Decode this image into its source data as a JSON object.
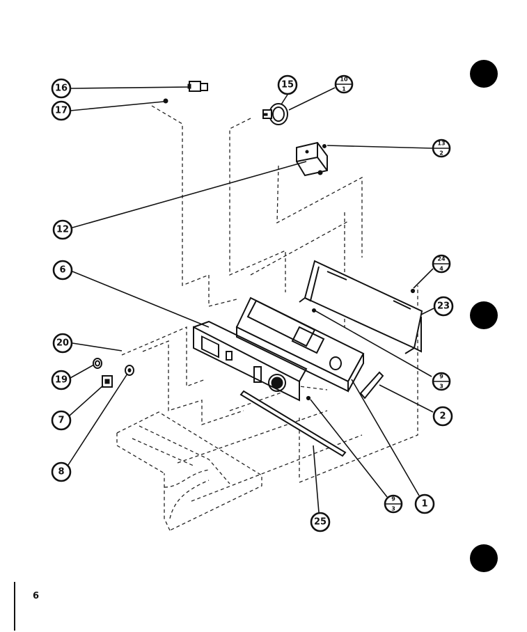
{
  "page_number": "6",
  "callouts": [
    {
      "id": "c16",
      "label": "16"
    },
    {
      "id": "c17",
      "label": "17"
    },
    {
      "id": "c15",
      "label": "15"
    },
    {
      "id": "c12",
      "label": "12"
    },
    {
      "id": "c6",
      "label": "6"
    },
    {
      "id": "c20",
      "label": "20"
    },
    {
      "id": "c19",
      "label": "19"
    },
    {
      "id": "c7",
      "label": "7"
    },
    {
      "id": "c8",
      "label": "8"
    },
    {
      "id": "c25",
      "label": "25"
    },
    {
      "id": "c1",
      "label": "1"
    },
    {
      "id": "c2",
      "label": "2"
    },
    {
      "id": "c23",
      "label": "23"
    }
  ],
  "ref_callouts": [
    {
      "id": "r10",
      "top": "10",
      "bottom": "1"
    },
    {
      "id": "r13",
      "top": "13",
      "bottom": "2"
    },
    {
      "id": "r24",
      "top": "24",
      "bottom": "4"
    },
    {
      "id": "r9a",
      "top": "9",
      "bottom": "3"
    },
    {
      "id": "r9b",
      "top": "9",
      "bottom": "3"
    }
  ]
}
